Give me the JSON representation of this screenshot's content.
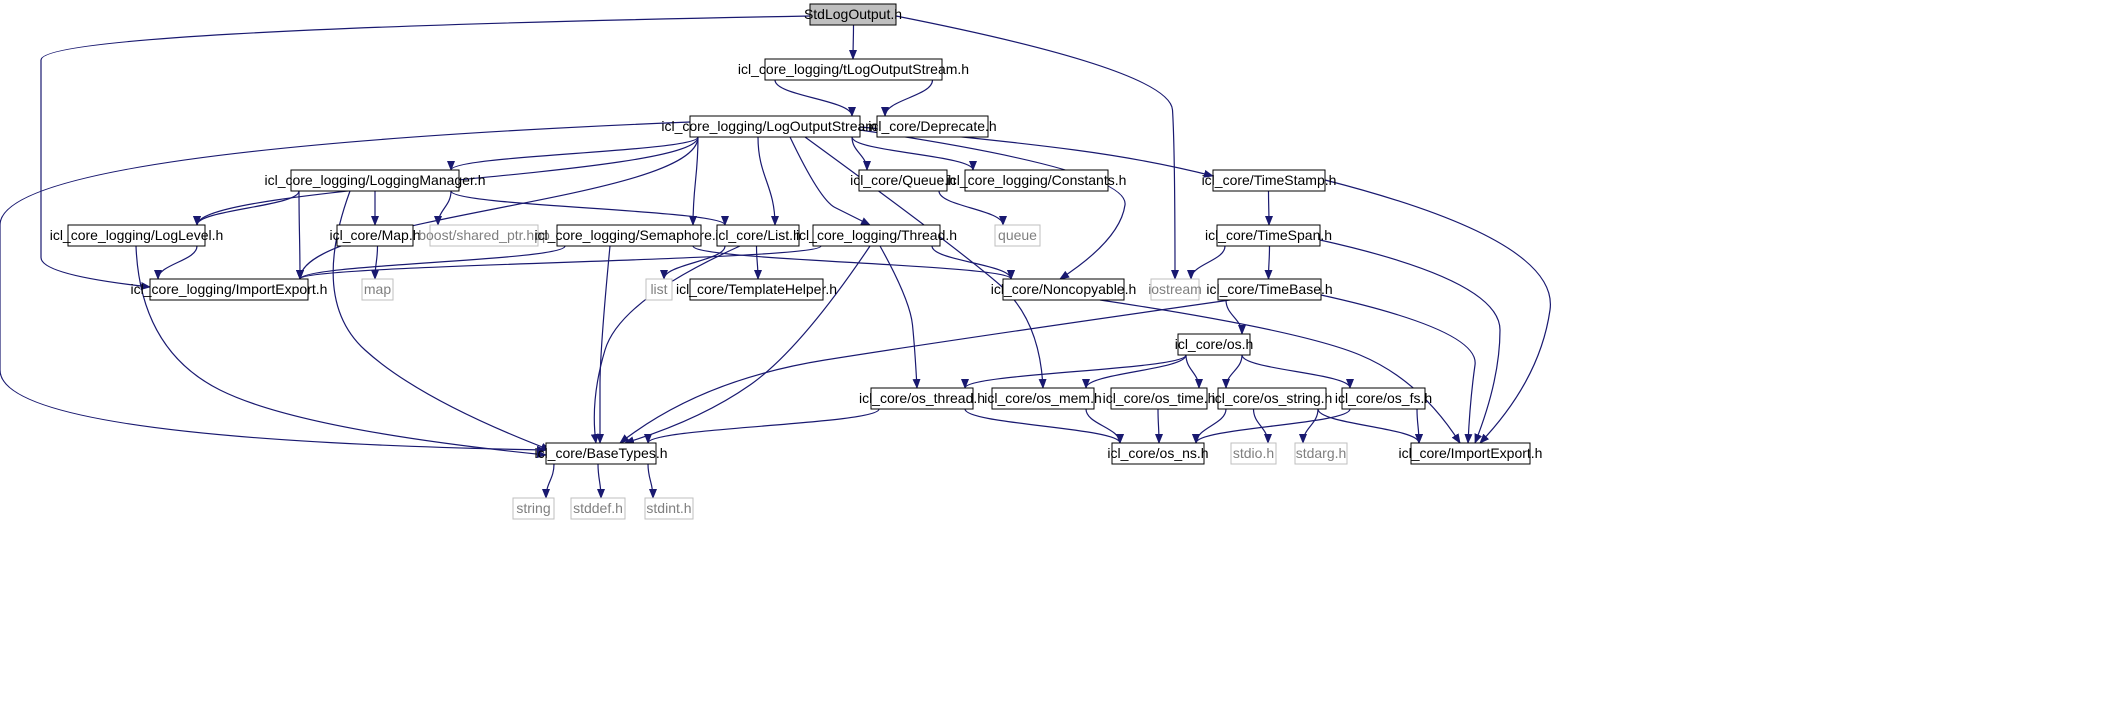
{
  "diagram": {
    "type": "include-dependency-graph",
    "root": "n0",
    "colors": {
      "edge": "#191970",
      "node_border": "#000000",
      "root_fill": "#bfbfbf",
      "system_border": "#bfbfbf",
      "system_text": "#7f7f7f",
      "text": "#000000"
    },
    "nodes": [
      {
        "id": "n0",
        "label": "StdLogOutput.h",
        "kind": "root"
      },
      {
        "id": "n1",
        "label": "icl_core_logging/tLogOutputStream.h",
        "kind": "local"
      },
      {
        "id": "n2",
        "label": "icl_core_logging/LogOutputStream.h",
        "kind": "local"
      },
      {
        "id": "n3",
        "label": "icl_core/Deprecate.h",
        "kind": "local"
      },
      {
        "id": "n4",
        "label": "icl_core_logging/LoggingManager.h",
        "kind": "local"
      },
      {
        "id": "n5",
        "label": "icl_core/Queue.h",
        "kind": "local"
      },
      {
        "id": "n6",
        "label": "icl_core_logging/Constants.h",
        "kind": "local"
      },
      {
        "id": "n7",
        "label": "icl_core/TimeStamp.h",
        "kind": "local"
      },
      {
        "id": "n8",
        "label": "icl_core_logging/LogLevel.h",
        "kind": "local"
      },
      {
        "id": "n9",
        "label": "icl_core/Map.h",
        "kind": "local"
      },
      {
        "id": "n10",
        "label": "boost/shared_ptr.hpp",
        "kind": "system"
      },
      {
        "id": "n11",
        "label": "icl_core_logging/Semaphore.h",
        "kind": "local"
      },
      {
        "id": "n12",
        "label": "icl_core/List.h",
        "kind": "local"
      },
      {
        "id": "n13",
        "label": "icl_core_logging/Thread.h",
        "kind": "local"
      },
      {
        "id": "n14",
        "label": "queue",
        "kind": "system"
      },
      {
        "id": "n15",
        "label": "icl_core/TimeSpan.h",
        "kind": "local"
      },
      {
        "id": "n16",
        "label": "icl_core_logging/ImportExport.h",
        "kind": "local"
      },
      {
        "id": "n17",
        "label": "map",
        "kind": "system"
      },
      {
        "id": "n18",
        "label": "list",
        "kind": "system"
      },
      {
        "id": "n19",
        "label": "icl_core/TemplateHelper.h",
        "kind": "local"
      },
      {
        "id": "n20",
        "label": "icl_core/Noncopyable.h",
        "kind": "local"
      },
      {
        "id": "n21",
        "label": "iostream",
        "kind": "system"
      },
      {
        "id": "n22",
        "label": "icl_core/TimeBase.h",
        "kind": "local"
      },
      {
        "id": "n23",
        "label": "icl_core/os.h",
        "kind": "local"
      },
      {
        "id": "n24",
        "label": "icl_core/os_thread.h",
        "kind": "local"
      },
      {
        "id": "n25",
        "label": "icl_core/os_mem.h",
        "kind": "local"
      },
      {
        "id": "n26",
        "label": "icl_core/os_time.h",
        "kind": "local"
      },
      {
        "id": "n27",
        "label": "icl_core/os_string.h",
        "kind": "local"
      },
      {
        "id": "n28",
        "label": "icl_core/os_fs.h",
        "kind": "local"
      },
      {
        "id": "n29",
        "label": "icl_core/BaseTypes.h",
        "kind": "local"
      },
      {
        "id": "n30",
        "label": "icl_core/os_ns.h",
        "kind": "local"
      },
      {
        "id": "n31",
        "label": "stdio.h",
        "kind": "system"
      },
      {
        "id": "n32",
        "label": "stdarg.h",
        "kind": "system"
      },
      {
        "id": "n33",
        "label": "icl_core/ImportExport.h",
        "kind": "local"
      },
      {
        "id": "n34",
        "label": "string",
        "kind": "system"
      },
      {
        "id": "n35",
        "label": "stddef.h",
        "kind": "system"
      },
      {
        "id": "n36",
        "label": "stdint.h",
        "kind": "system"
      }
    ],
    "edges": [
      [
        "n0",
        "n1"
      ],
      [
        "n0",
        "n16"
      ],
      [
        "n0",
        "n21"
      ],
      [
        "n1",
        "n2"
      ],
      [
        "n1",
        "n3"
      ],
      [
        "n2",
        "n4"
      ],
      [
        "n2",
        "n5"
      ],
      [
        "n2",
        "n6"
      ],
      [
        "n2",
        "n7"
      ],
      [
        "n2",
        "n8"
      ],
      [
        "n2",
        "n11"
      ],
      [
        "n2",
        "n12"
      ],
      [
        "n2",
        "n13"
      ],
      [
        "n2",
        "n16"
      ],
      [
        "n2",
        "n20"
      ],
      [
        "n2",
        "n25"
      ],
      [
        "n2",
        "n29"
      ],
      [
        "n4",
        "n8"
      ],
      [
        "n4",
        "n9"
      ],
      [
        "n4",
        "n10"
      ],
      [
        "n4",
        "n12"
      ],
      [
        "n4",
        "n16"
      ],
      [
        "n4",
        "n29"
      ],
      [
        "n5",
        "n14"
      ],
      [
        "n7",
        "n15"
      ],
      [
        "n7",
        "n33"
      ],
      [
        "n8",
        "n16"
      ],
      [
        "n8",
        "n29"
      ],
      [
        "n9",
        "n17"
      ],
      [
        "n11",
        "n16"
      ],
      [
        "n11",
        "n20"
      ],
      [
        "n11",
        "n29"
      ],
      [
        "n12",
        "n18"
      ],
      [
        "n12",
        "n19"
      ],
      [
        "n12",
        "n29"
      ],
      [
        "n13",
        "n16"
      ],
      [
        "n13",
        "n20"
      ],
      [
        "n13",
        "n24"
      ],
      [
        "n13",
        "n29"
      ],
      [
        "n15",
        "n21"
      ],
      [
        "n15",
        "n22"
      ],
      [
        "n15",
        "n33"
      ],
      [
        "n20",
        "n33"
      ],
      [
        "n22",
        "n23"
      ],
      [
        "n22",
        "n29"
      ],
      [
        "n22",
        "n33"
      ],
      [
        "n23",
        "n24"
      ],
      [
        "n23",
        "n25"
      ],
      [
        "n23",
        "n26"
      ],
      [
        "n23",
        "n27"
      ],
      [
        "n23",
        "n28"
      ],
      [
        "n24",
        "n29"
      ],
      [
        "n24",
        "n30"
      ],
      [
        "n25",
        "n30"
      ],
      [
        "n26",
        "n30"
      ],
      [
        "n27",
        "n30"
      ],
      [
        "n27",
        "n31"
      ],
      [
        "n27",
        "n32"
      ],
      [
        "n27",
        "n33"
      ],
      [
        "n28",
        "n30"
      ],
      [
        "n28",
        "n33"
      ],
      [
        "n29",
        "n34"
      ],
      [
        "n29",
        "n35"
      ],
      [
        "n29",
        "n36"
      ]
    ]
  }
}
